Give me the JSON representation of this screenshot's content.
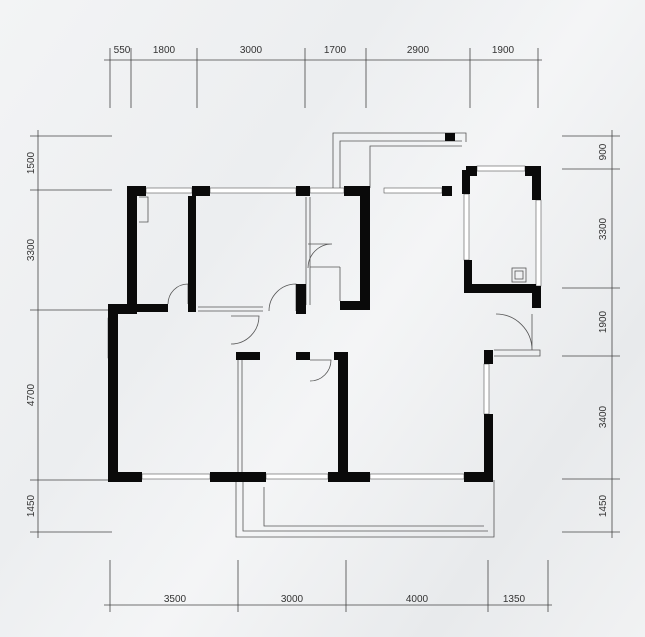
{
  "dimensions": {
    "top": [
      "550",
      "1800",
      "3000",
      "1700",
      "2900",
      "1900"
    ],
    "bottom": [
      "3500",
      "3000",
      "4000",
      "1350"
    ],
    "left": [
      "1500",
      "3300",
      "4700",
      "1450"
    ],
    "right": [
      "900",
      "3300",
      "1900",
      "3400",
      "1450"
    ]
  }
}
